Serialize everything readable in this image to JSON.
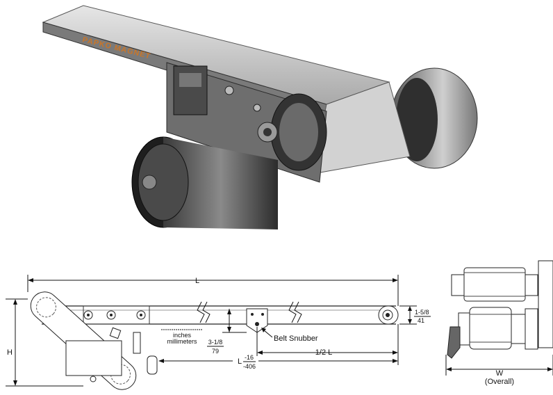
{
  "photo": {
    "logo_text": "PAPKO MAGNET"
  },
  "side_view": {
    "length_label": "L",
    "height_label": "H",
    "units_label_inches": "inches",
    "units_label_mm": "millimeters",
    "belt_height_in": "3-1/8",
    "belt_height_mm": "79",
    "end_height_in": "1-5/8",
    "end_height_mm": "41",
    "snubber_label": "Belt Snubber",
    "half_length_label": "1/2 L",
    "offset_base": "L",
    "offset_in": "-16",
    "offset_mm": "-406"
  },
  "end_view": {
    "width_label": "W",
    "width_note": "(Overall)"
  }
}
